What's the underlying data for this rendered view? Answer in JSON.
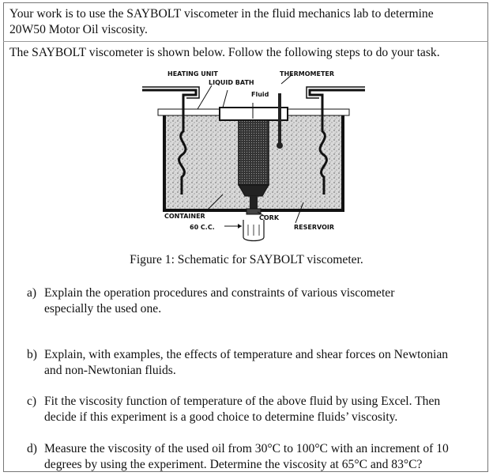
{
  "intro": {
    "line1": "Your work is to use the SAYBOLT viscometer in the fluid mechanics lab to determine",
    "line2": "20W50 Motor Oil viscosity."
  },
  "instruction": "The SAYBOLT viscometer is shown below. Follow the following steps to do your task.",
  "figure": {
    "labels": {
      "heating_unit": "HEATING UNIT",
      "liquid_bath": "LIQUID BATH",
      "fluid": "Fluid",
      "thermometer": "THERMOMETER",
      "container": "CONTAINER",
      "cork": "CORK",
      "cc": "60 C.C.",
      "reservoir": "RESERVOIR"
    },
    "caption": "Figure 1: Schematic for SAYBOLT viscometer."
  },
  "questions": [
    {
      "label": "a)",
      "line1": "Explain the operation procedures and constraints of various viscometer",
      "line2": "especially the used one."
    },
    {
      "label": "b)",
      "line1": "Explain, with examples, the effects of temperature and shear forces on Newtonian",
      "line2": "and non-Newtonian fluids."
    },
    {
      "label": "c)",
      "line1": "Fit the viscosity function of temperature of the above fluid by using Excel. Then",
      "line2": "decide if this experiment is a good choice to determine fluids’ viscosity."
    },
    {
      "label": "d)",
      "line1": "Measure the viscosity of the used oil from 30°C to 100°C with an increment of 10",
      "line2": "degrees by using the experiment. Determine the viscosity at 65°C and 83°C?"
    }
  ]
}
